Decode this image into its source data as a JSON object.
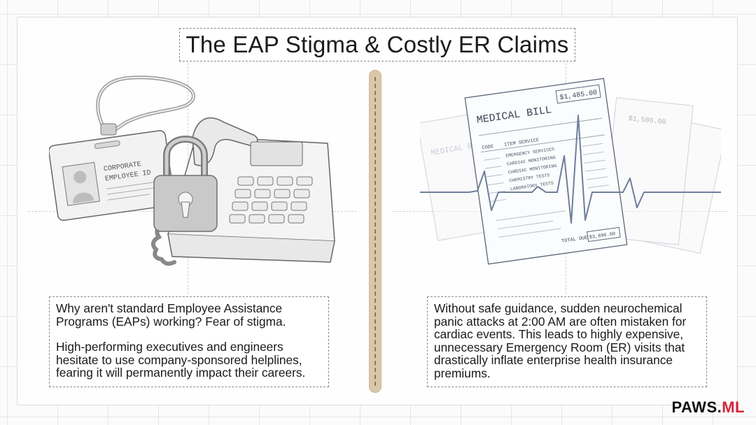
{
  "slide": {
    "title": "The EAP Stigma & Costly ER Claims"
  },
  "left_illustration": {
    "id_card_line1": "CORPORATE",
    "id_card_line2": "EMPLOYEE ID"
  },
  "right_illustration": {
    "bill_title": "MEDICAL BILL",
    "bill_amount": "$1,485.00",
    "bill_amount_2": "$1,586.00",
    "bill_total_label": "TOTAL DUE",
    "bill_total_value": "$3,896.00",
    "col_code": "CODE",
    "col_item": "ITEM SERVICE",
    "items": [
      "EMERGENCY SERVICES",
      "CARDIAC MONITORING",
      "CARDIAC MONITORING",
      "CHEMISTRY TESTS",
      "LABORATORY TESTS"
    ],
    "back_bill_title": "MEDICAL BILL"
  },
  "left_text": {
    "p1": "Why aren't standard Employee Assistance Programs (EAPs) working? Fear of stigma.",
    "p2": "High-performing executives and engineers hesitate to use company-sponsored helplines, fearing it will permanently impact their careers."
  },
  "right_text": {
    "p1": "Without safe guidance, sudden neurochemical panic attacks at 2:00 AM are often mistaken for cardiac events. This leads to highly expensive, unnecessary Emergency Room (ER) visits that drastically inflate enterprise health insurance premiums."
  },
  "brand": {
    "name": "PAWS.",
    "accent": "ML"
  }
}
